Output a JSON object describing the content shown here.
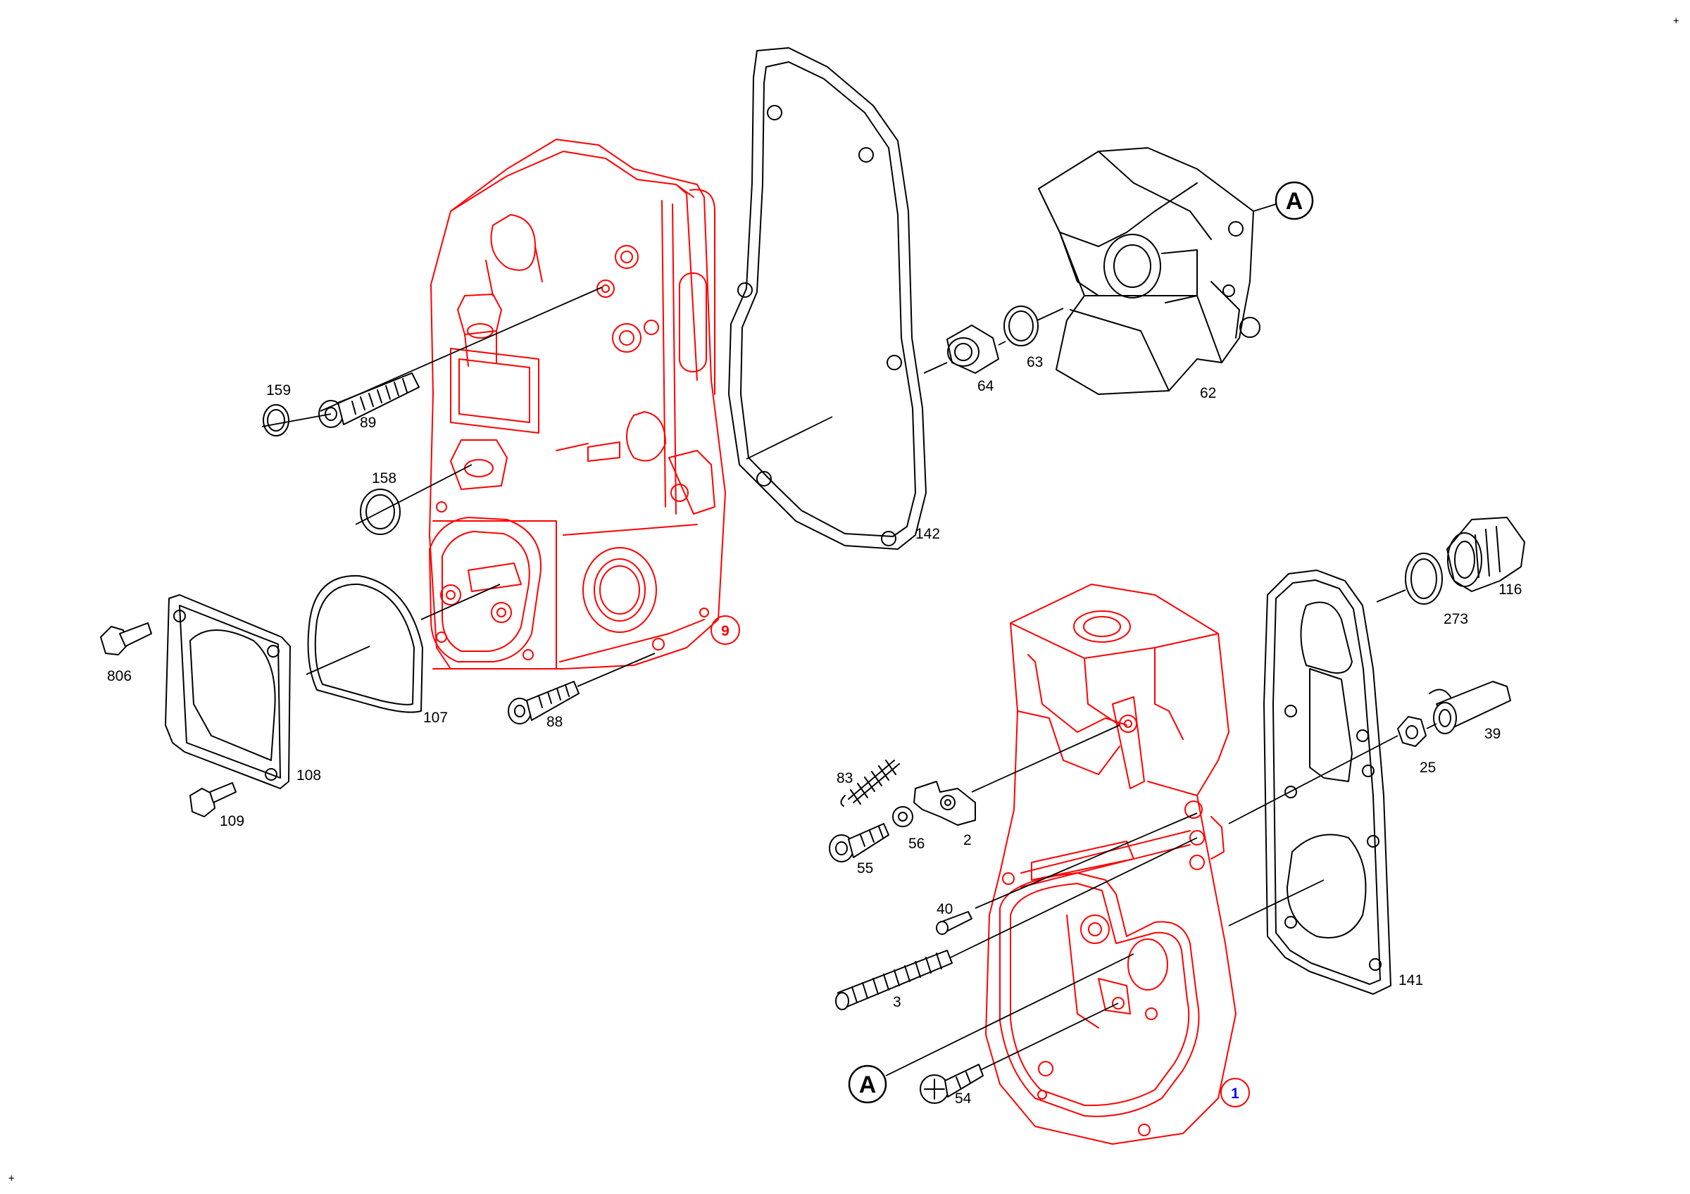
{
  "colors": {
    "highlight": "#ff0000",
    "marker_blue": "#0000ff",
    "line": "#000000",
    "background": "#ffffff"
  },
  "corner_marks": [
    "+",
    "+"
  ],
  "callouts": {
    "view_ref_top": "A",
    "view_ref_bottom": "A"
  },
  "assembly_markers": {
    "upper": "9",
    "lower": "1"
  },
  "part_labels": {
    "p159": "159",
    "p89": "89",
    "p158": "158",
    "p806": "806",
    "p108": "108",
    "p107": "107",
    "p109": "109",
    "p88": "88",
    "p142": "142",
    "p64": "64",
    "p63": "63",
    "p62": "62",
    "p116": "116",
    "p273": "273",
    "p39": "39",
    "p25": "25",
    "p141": "141",
    "p83": "83",
    "p2": "2",
    "p56": "56",
    "p55": "55",
    "p40": "40",
    "p3": "3",
    "p54": "54"
  }
}
